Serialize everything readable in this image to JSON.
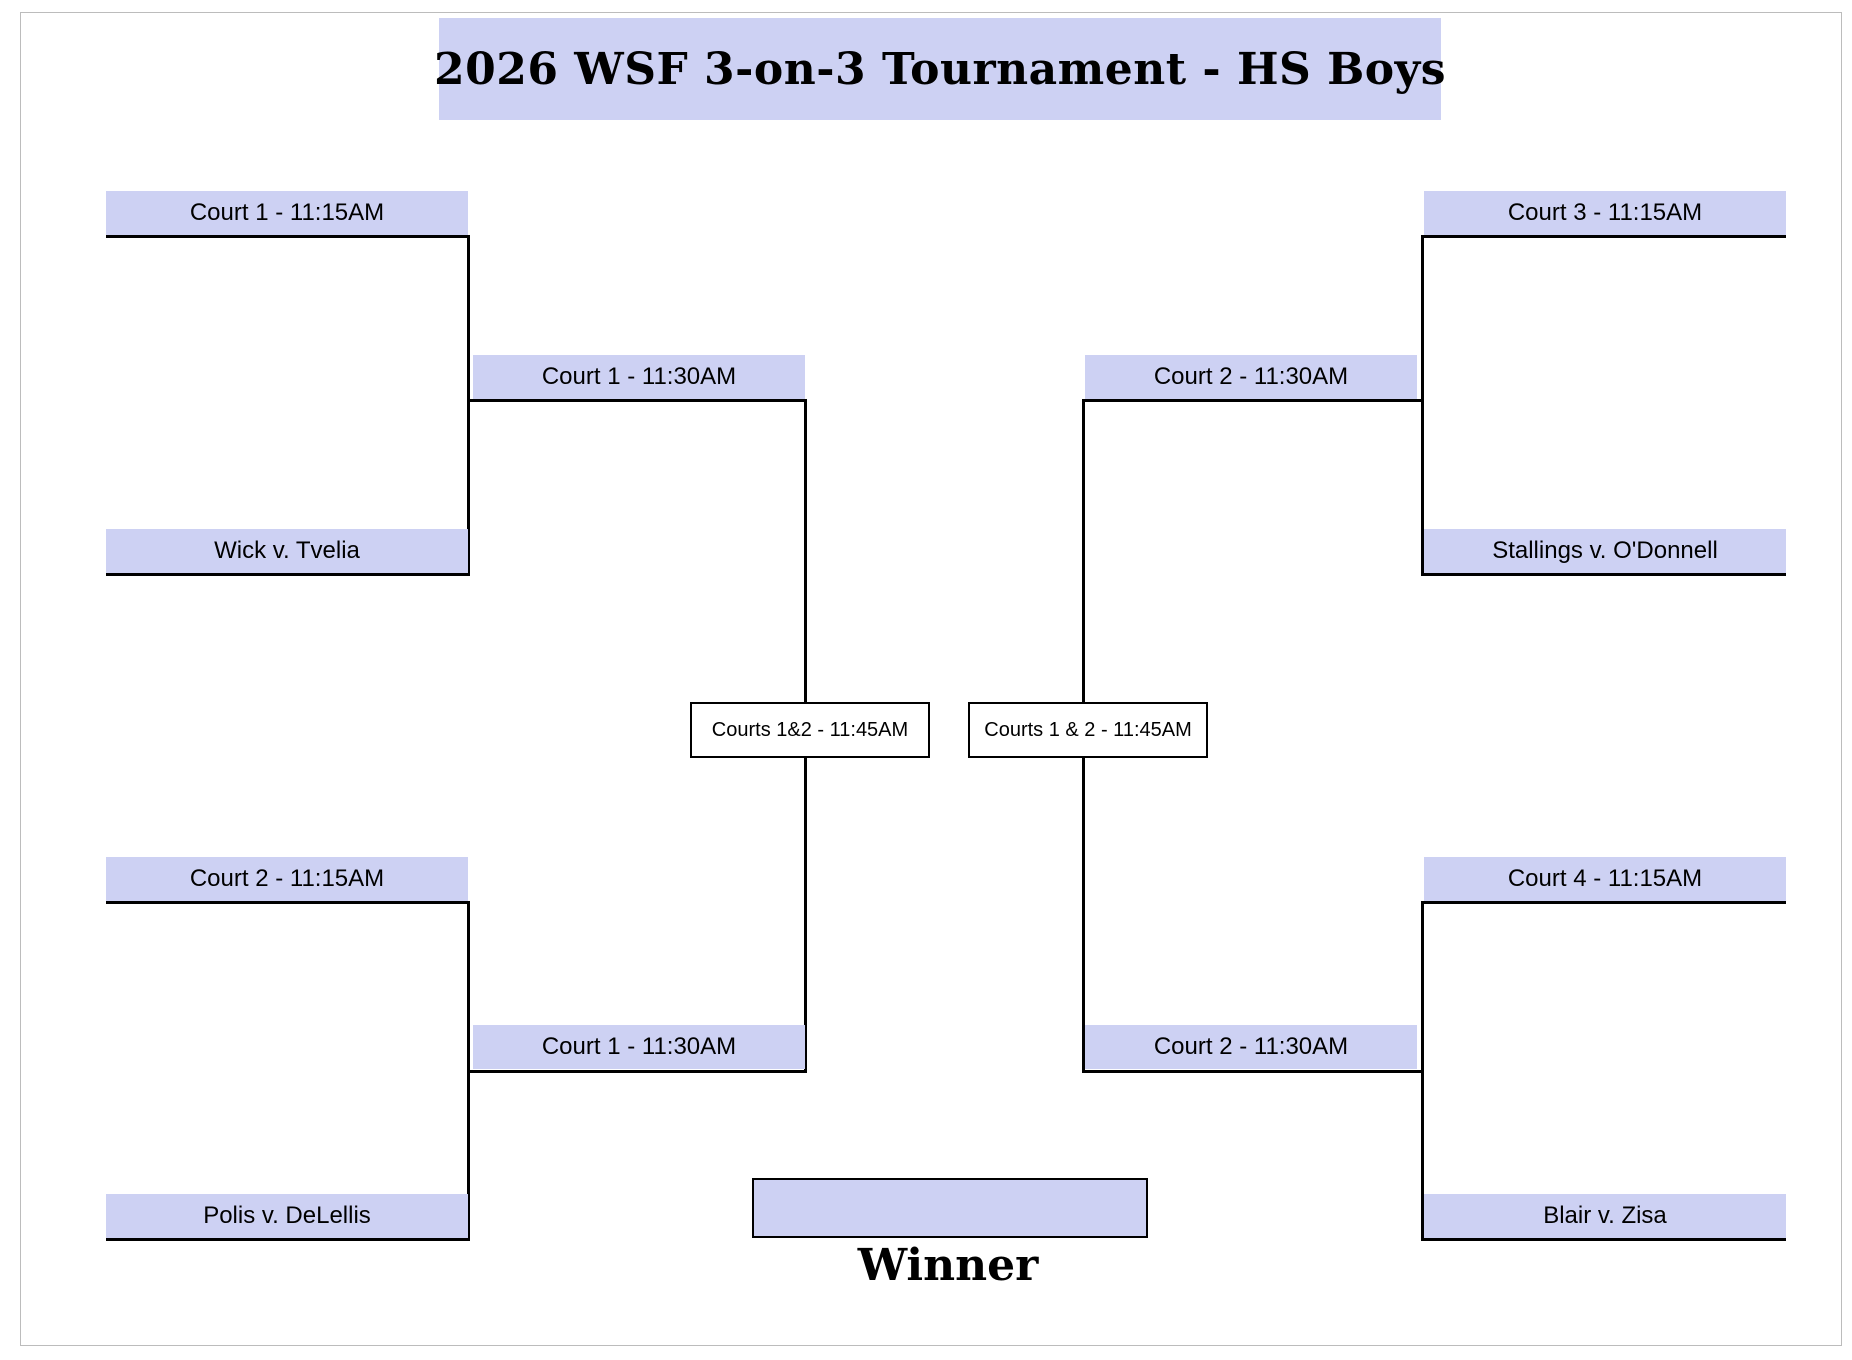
{
  "title": "2026 WSF 3-on-3 Tournament - HS Boys",
  "bracket": {
    "left": {
      "quarter_top": {
        "court": "Court 1 - 11:15AM",
        "matchup": "Wick v. Tvelia"
      },
      "quarter_bottom": {
        "court": "Court 2 - 11:15AM",
        "matchup": "Polis v. DeLellis"
      },
      "semi_top": "Court 1 - 11:30AM",
      "semi_bottom": "Court 1 - 11:30AM",
      "final": "Courts 1&2 - 11:45AM"
    },
    "right": {
      "quarter_top": {
        "court": "Court 3 - 11:15AM",
        "matchup": "Stallings v. O'Donnell"
      },
      "quarter_bottom": {
        "court": "Court 4 - 11:15AM",
        "matchup": "Blair v. Zisa"
      },
      "semi_top": "Court 2 - 11:30AM",
      "semi_bottom": "Court 2 - 11:30AM",
      "final": "Courts 1 & 2 - 11:45AM"
    },
    "winner": {
      "label": "Winner",
      "value": ""
    }
  },
  "colors": {
    "highlight": "#cdd1f3",
    "line": "#000000"
  }
}
